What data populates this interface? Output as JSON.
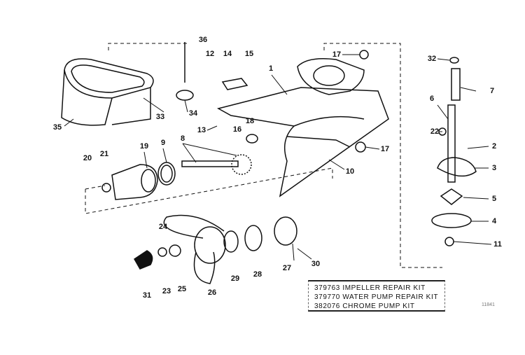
{
  "callouts": {
    "c1": "1",
    "c2": "2",
    "c3": "3",
    "c4": "4",
    "c5": "5",
    "c6": "6",
    "c7": "7",
    "c8": "8",
    "c9": "9",
    "c10": "10",
    "c11": "11",
    "c12": "12",
    "c13": "13",
    "c14": "14",
    "c15": "15",
    "c16": "16",
    "c17a": "17",
    "c17b": "17",
    "c18": "18",
    "c19": "19",
    "c20": "20",
    "c21": "21",
    "c22": "22",
    "c23": "23",
    "c24": "24",
    "c25": "25",
    "c26": "26",
    "c27": "27",
    "c28": "28",
    "c29": "29",
    "c30": "30",
    "c31": "31",
    "c32": "32",
    "c33": "33",
    "c34": "34",
    "c35": "35",
    "c36": "36"
  },
  "kits": [
    "379763 IMPELLER REPAIR KIT",
    "379770 WATER PUMP REPAIR KIT",
    "382076 CHROME PUMP KIT"
  ],
  "figure_number": "11841"
}
